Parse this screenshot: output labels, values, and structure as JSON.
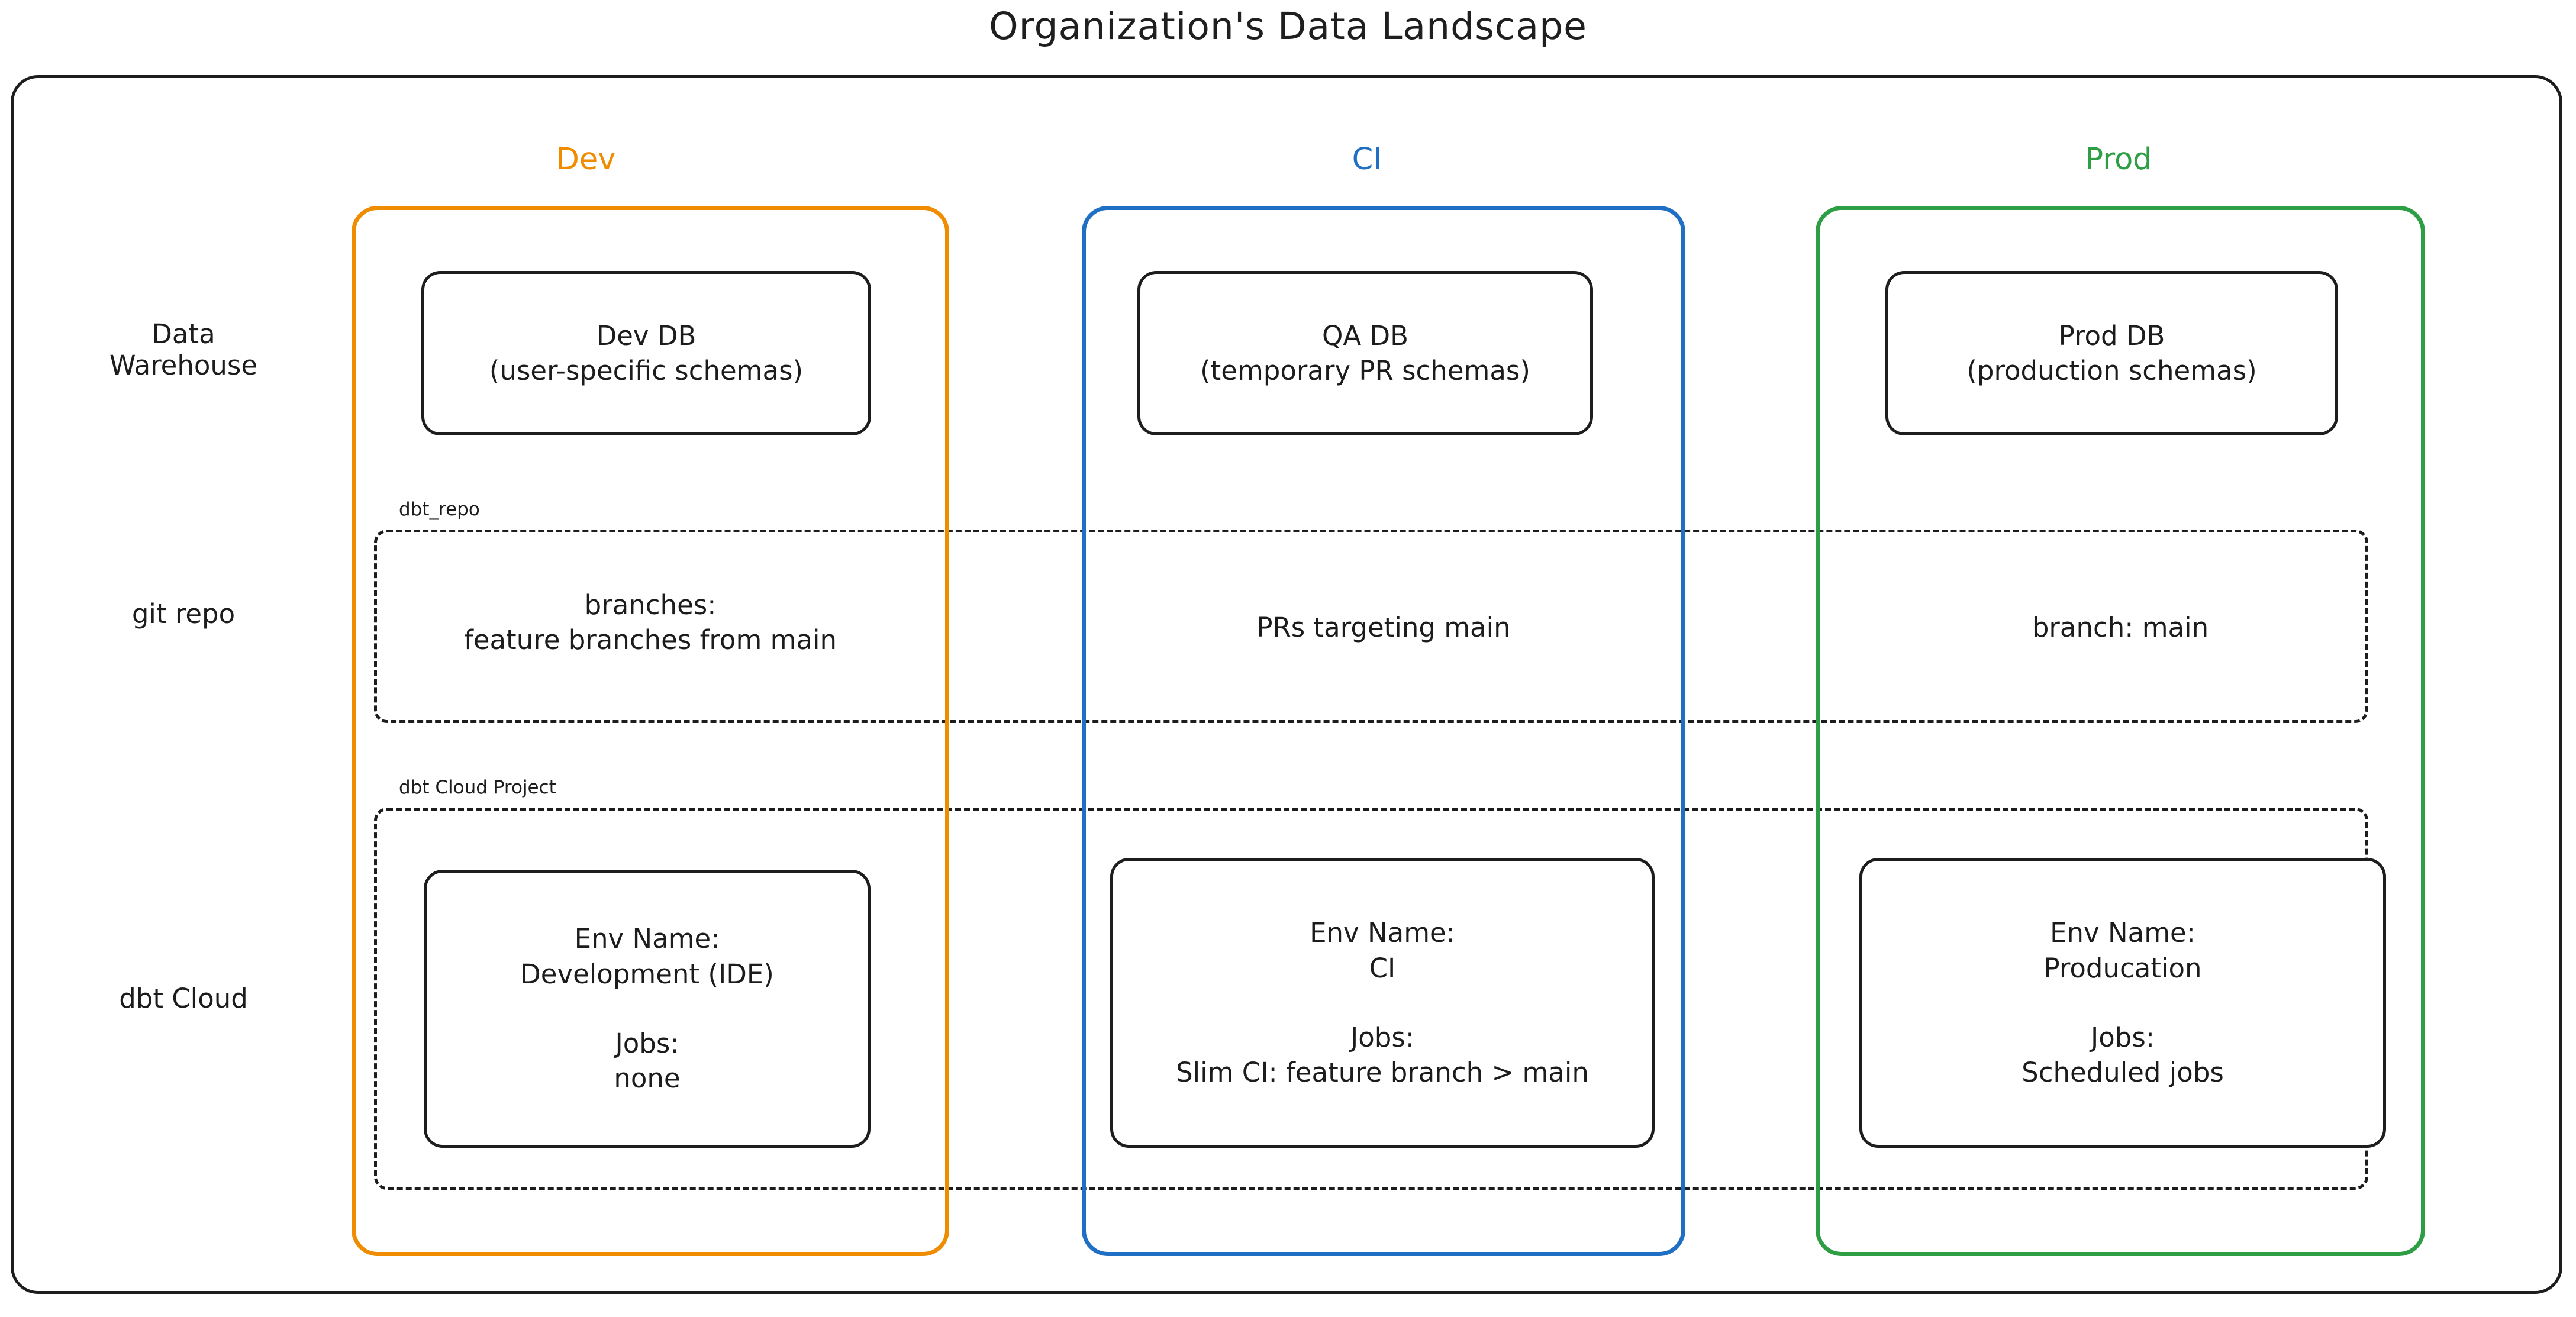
{
  "title": "Organization's Data Landscape",
  "colors": {
    "dev": "#F08C00",
    "ci": "#1F6FC4",
    "prod": "#2E9E44",
    "ink": "#1C1C1C",
    "background": "#FFFFFF"
  },
  "columns": [
    {
      "key": "dev",
      "label": "Dev"
    },
    {
      "key": "ci",
      "label": "CI"
    },
    {
      "key": "prod",
      "label": "Prod"
    }
  ],
  "rows": [
    {
      "key": "data_warehouse",
      "label_line1": "Data",
      "label_line2": "Warehouse"
    },
    {
      "key": "git_repo",
      "label_line1": "git repo",
      "label_line2": ""
    },
    {
      "key": "dbt_cloud",
      "label_line1": "dbt Cloud",
      "label_line2": ""
    }
  ],
  "bands": {
    "git_repo": {
      "title": "dbt_repo"
    },
    "dbt_cloud": {
      "title": "dbt Cloud Project"
    }
  },
  "data_warehouse": {
    "dev": {
      "line1": "Dev DB",
      "line2": "(user-specific schemas)"
    },
    "ci": {
      "line1": "QA DB",
      "line2": "(temporary PR schemas)"
    },
    "prod": {
      "line1": "Prod DB",
      "line2": "(production schemas)"
    }
  },
  "git_repo": {
    "dev": {
      "line1": "branches:",
      "line2": "feature branches from main"
    },
    "ci": {
      "line1": "PRs targeting main",
      "line2": ""
    },
    "prod": {
      "line1": "branch: main",
      "line2": ""
    }
  },
  "dbt_cloud": {
    "dev": {
      "env_label": "Env Name:",
      "env_value": "Development (IDE)",
      "jobs_label": "Jobs:",
      "jobs_value": "none"
    },
    "ci": {
      "env_label": "Env Name:",
      "env_value": "CI",
      "jobs_label": "Jobs:",
      "jobs_value": "Slim CI: feature branch > main"
    },
    "prod": {
      "env_label": "Env Name:",
      "env_value": "Producation",
      "jobs_label": "Jobs:",
      "jobs_value": "Scheduled jobs"
    }
  }
}
